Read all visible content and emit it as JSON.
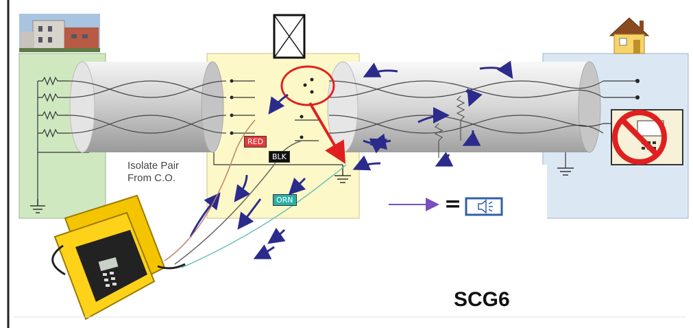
{
  "labels": {
    "isolate_line1": "Isolate Pair",
    "isolate_line2": "From C.O.",
    "red_tag": "RED",
    "blk_tag": "BLK",
    "orn_tag": "ORN",
    "title": "SCG6"
  },
  "colors": {
    "panel_left": "#cfe8c0",
    "panel_middle": "#fdf8c8",
    "panel_right": "#dbe8f4",
    "cable": "#d0d0d0",
    "arrow": "#2b2b8c",
    "highlight": "#e02020",
    "tester": "#f5c400"
  },
  "icons": [
    "central-office-building-icon",
    "crossed-box-icon",
    "house-icon",
    "no-phone-icon",
    "speaker-icon",
    "ground-icon",
    "resistor-icon",
    "cable-tester-icon"
  ]
}
